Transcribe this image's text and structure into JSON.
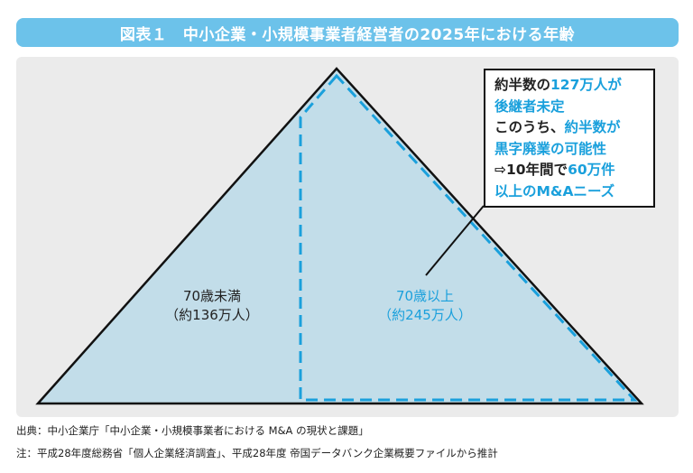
{
  "title": "図表１　中小企業・小規模事業者経営者の2025年における年齢",
  "note_box": {
    "lines": [
      [
        {
          "t": "約半数の",
          "hl": false
        },
        {
          "t": "127万人が",
          "hl": true
        }
      ],
      [
        {
          "t": "後継者未定",
          "hl": true
        }
      ],
      [
        {
          "t": "このうち、",
          "hl": false
        },
        {
          "t": "約半数が",
          "hl": true
        }
      ],
      [
        {
          "t": "黒字廃業の可能性",
          "hl": true
        }
      ],
      [
        {
          "t": "⇨10年間で",
          "hl": false
        },
        {
          "t": "60万件",
          "hl": true
        }
      ],
      [
        {
          "t": "以上のM&Aニーズ",
          "hl": true
        }
      ]
    ]
  },
  "chart_data": {
    "type": "pyramid",
    "segments": [
      {
        "name": "70歳未満",
        "value_label": "（約136万人）",
        "value": 136,
        "unit": "万人"
      },
      {
        "name": "70歳以上",
        "value_label": "（約245万人）",
        "value": 245,
        "unit": "万人"
      }
    ]
  },
  "footnotes": {
    "source": "出典：中小企業庁「中小企業・小規模事業者における M&A の現状と課題」",
    "note": "注：平成28年度総務省「個人企業経済調査」、平成28年度 帝国データバンク企業概要ファイルから推計"
  },
  "colors": {
    "title_bg": "#6cc2ea",
    "panel_bg": "#ebebeb",
    "pyramid_fill": "#c2dde9",
    "accent": "#1aa0dc",
    "outline": "#111111"
  }
}
